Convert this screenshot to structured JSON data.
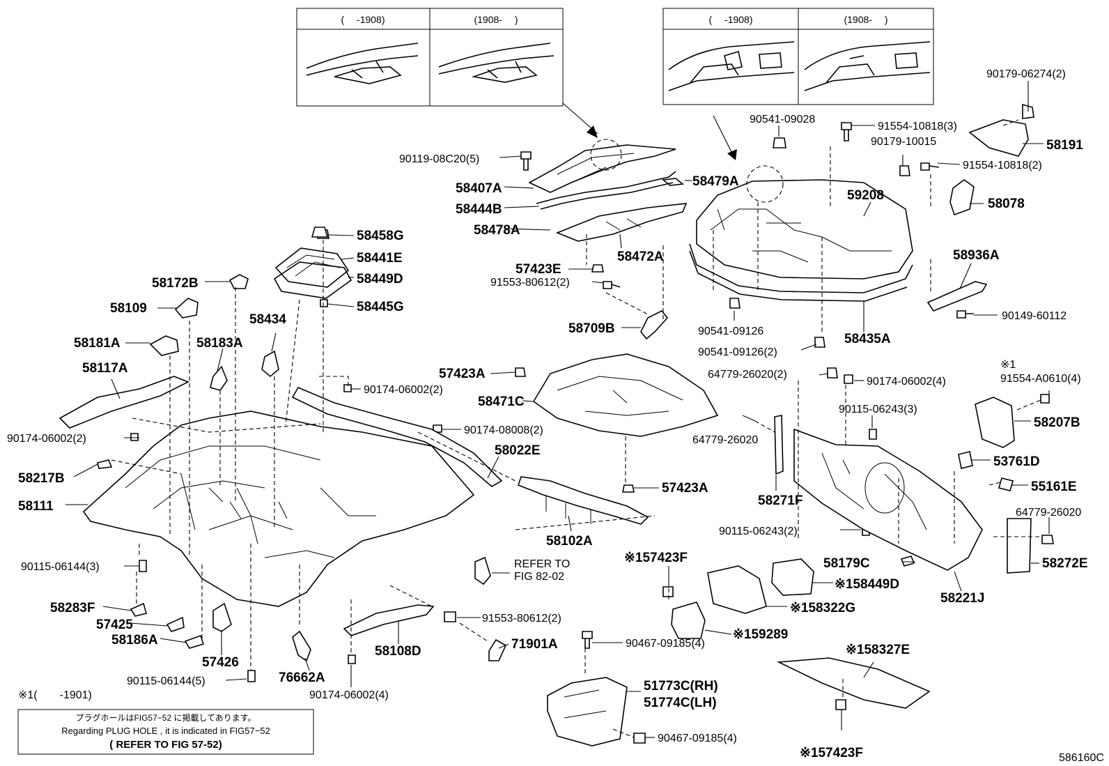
{
  "inset_left": {
    "col1": "(　 -1908)",
    "col2": "(1908-　 )"
  },
  "inset_right": {
    "col1": "(　 -1908)",
    "col2": "(1908-　 )"
  },
  "labels": {
    "l90119": "90119-08C20(5)",
    "l58407A": "58407A",
    "l58479A": "58479A",
    "l58444B": "58444B",
    "l58478A": "58478A",
    "l58472A": "58472A",
    "l57423E": "57423E",
    "l91553a": "91553-80612(2)",
    "l58709B": "58709B",
    "l90541a": "90541-09028",
    "l91554a": "91554-10818(3)",
    "l90179a": "90179-06274(2)",
    "l58191": "58191",
    "l90179b": "90179-10015",
    "l91554b": "91554-10818(2)",
    "l59208": "59208",
    "l58078": "58078",
    "l58936A": "58936A",
    "l90149": "90149-60112",
    "l90541b": "90541-09126",
    "l90541c": "90541-09126(2)",
    "l58435A": "58435A",
    "l58458G": "58458G",
    "l58441E": "58441E",
    "l58449D": "58449D",
    "l58445G": "58445G",
    "l58172B": "58172B",
    "l58109": "58109",
    "l58434": "58434",
    "l58181A": "58181A",
    "l58183A": "58183A",
    "l58117A": "58117A",
    "l57423A1": "57423A",
    "l58471C": "58471C",
    "l90174a": "90174-06002(2)",
    "l90174b": "90174-08008(2)",
    "l90174c": "90174-06002(2)",
    "l58022E": "58022E",
    "l57423A2": "57423A",
    "l58217B": "58217B",
    "l58111": "58111",
    "l58102A": "58102A",
    "l64779a": "64779-26020(2)",
    "l90174d": "90174-06002(4)",
    "l90115a": "90115-06243(3)",
    "l64779b": "64779-26020",
    "l58271F": "58271F",
    "l91554c_mark": "※1",
    "l91554c": "91554-A0610(4)",
    "l58207B": "58207B",
    "l53761D": "53761D",
    "l55161E": "55161E",
    "l64779c": "64779-26020",
    "l90115b": "90115-06243(2)",
    "l58179C": "58179C",
    "l58272E": "58272E",
    "l58221J": "58221J",
    "l57423F1": "※157423F",
    "l58449D2": "※158449D",
    "l58322G": "※158322G",
    "l59289": "※159289",
    "l58327E": "※158327E",
    "l57423F2": "※157423F",
    "l90115c": "90115-06144(3)",
    "l58283F": "58283F",
    "l57425": "57425",
    "l58186A": "58186A",
    "l57426": "57426",
    "l90115d": "90115-06144(5)",
    "l76662A": "76662A",
    "l90174e": "90174-06002(4)",
    "l58108D": "58108D",
    "l91553b": "91553-80612(2)",
    "l71901A": "71901A",
    "l90467a": "90467-09185(4)",
    "l51773C": "51773C(RH)",
    "l51774C": "51774C(LH)",
    "l90467b": "90467-09185(4)",
    "refer1": "REFER TO",
    "refer2": "FIG 82-02"
  },
  "footnote": "※1(　　-1901)",
  "note": {
    "jp": "プラグホールはFIG57−52 に掲載してあります。",
    "en": "Regarding PLUG HOLE , it is indicated in FIG57−52",
    "ref": "( REFER TO FIG 57-52)"
  },
  "figure_code": "586160C"
}
